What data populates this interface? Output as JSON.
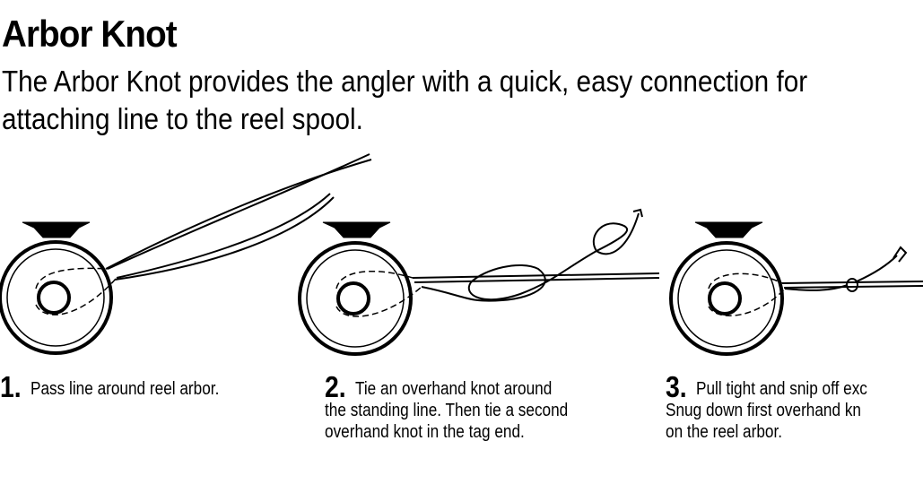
{
  "title": "Arbor Knot",
  "intro": "The Arbor Knot provides the angler with a quick, easy connection for attaching line to the reel spool.",
  "steps": [
    {
      "number": "1.",
      "line1": "Pass line around reel arbor.",
      "line2": "",
      "line3": ""
    },
    {
      "number": "2.",
      "line1": "Tie an overhand knot around",
      "line2": "the standing line.  Then tie a second",
      "line3": "overhand knot in the tag end."
    },
    {
      "number": "3.",
      "line1": "Pull tight and snip off exc",
      "line2": "Snug down first overhand kn",
      "line3": "on the reel arbor."
    }
  ],
  "colors": {
    "ink": "#000000",
    "background": "#ffffff"
  }
}
